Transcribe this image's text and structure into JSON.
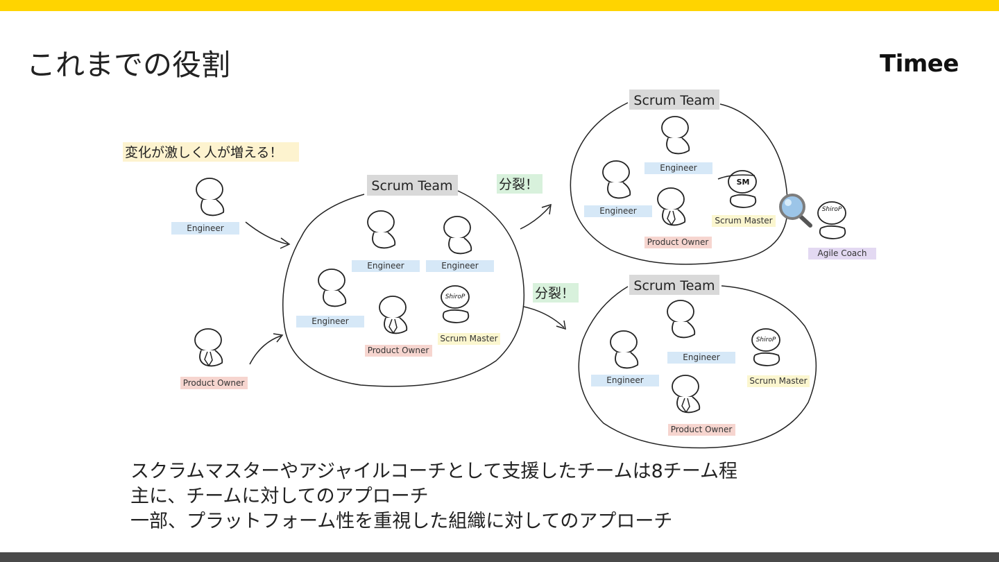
{
  "slide": {
    "title": "これまでの役割",
    "logo": "Timee",
    "colors": {
      "top_bar": "#ffd400",
      "bottom_bar": "#4a4a4a",
      "engineer_tag": "#d6e8f7",
      "product_owner_tag": "#f6d5cf",
      "scrum_master_tag": "#fbf6cf",
      "agile_coach_tag": "#e3d9f2",
      "team_title_bg": "#d9d9d9",
      "split_note_bg": "#d8f1dc",
      "growth_note_bg": "#fdf3cf"
    }
  },
  "diagram": {
    "growth_note": "変化が激しく人が増える！",
    "split_note": "分裂！",
    "team_title": "Scrum Team",
    "roles": {
      "engineer": "Engineer",
      "product_owner": "Product Owner",
      "scrum_master": "Scrum Master",
      "agile_coach": "Agile Coach"
    },
    "avatar_marks": {
      "shirop": "ShiroP",
      "sm": "SM"
    }
  },
  "bottom_text": [
    "スクラムマスターやアジャイルコーチとして支援したチームは8チーム程",
    "主に、チームに対してのアプローチ",
    "一部、プラットフォーム性を重視した組織に対してのアプローチ"
  ]
}
